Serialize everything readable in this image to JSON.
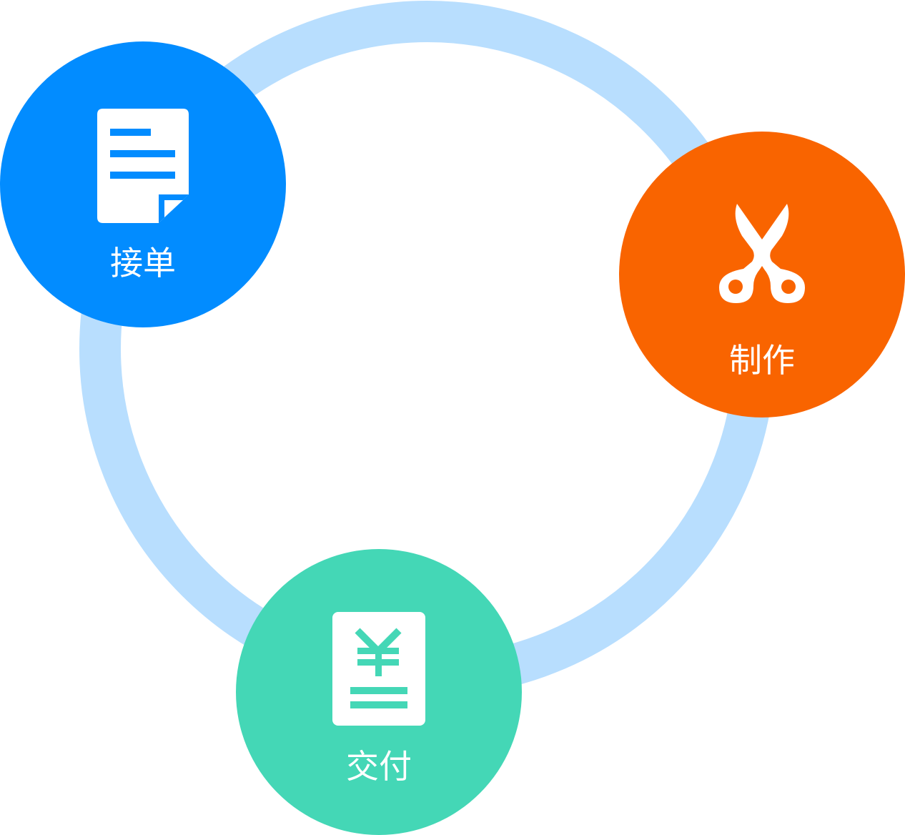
{
  "colors": {
    "ring": "#b8defe",
    "order": "#028cff",
    "produce": "#f96400",
    "deliver": "#44d7b6",
    "white": "#ffffff"
  },
  "steps": [
    {
      "id": "order",
      "label": "接单",
      "icon": "document-icon"
    },
    {
      "id": "produce",
      "label": "制作",
      "icon": "scissors-icon"
    },
    {
      "id": "deliver",
      "label": "交付",
      "icon": "yen-receipt-icon"
    }
  ]
}
